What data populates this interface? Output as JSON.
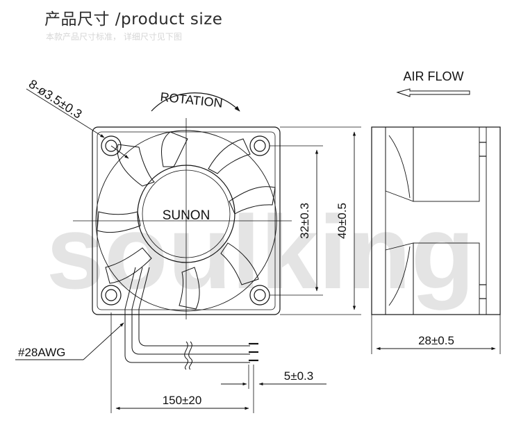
{
  "header": {
    "title": "产品尺寸 /product size",
    "subtitle": "本款产品尺寸标准， 详细尺寸见下图"
  },
  "watermark": {
    "text": "soulking"
  },
  "drawing": {
    "brand": "SUNON",
    "rotation_label": "ROTATION",
    "airflow_label": "AIR FLOW",
    "hole_label": "8-ø3.5±0.3",
    "hole_spacing_label": "32±0.3",
    "frame_size_label": "40±0.5",
    "depth_label": "28±0.5",
    "wire_gauge_label": "#28AWG",
    "lead_length_label": "150±20",
    "strip_length_label": "5±0.3"
  },
  "colors": {
    "line": "#111111",
    "watermark": "#cccccc",
    "title": "#2b2b2b",
    "subtitle": "#d6d6d6"
  }
}
